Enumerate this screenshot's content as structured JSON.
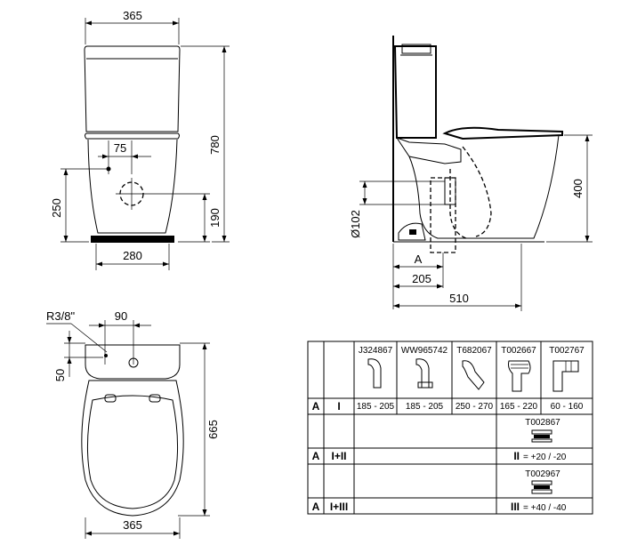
{
  "front_view": {
    "width_top": "365",
    "height_total": "780",
    "inlet_offset": "75",
    "inlet_height": "250",
    "outlet_height": "190",
    "base_width": "280"
  },
  "side_view": {
    "seat_height": "400",
    "outlet_diameter": "Ø102",
    "label_a": "A",
    "outlet_distance": "205",
    "total_depth": "510"
  },
  "top_view": {
    "thread": "R3/8\"",
    "inlet_spacing": "90",
    "inlet_depth": "50",
    "length": "665",
    "width": "365"
  },
  "connector_table": {
    "codes": [
      "J324867",
      "WW965742",
      "T682067",
      "T002667",
      "T002767"
    ],
    "row_a1": {
      "label": "A",
      "option": "I",
      "ranges": [
        "185 - 205",
        "185 - 205",
        "250 - 270",
        "165 - 220",
        "60 - 160"
      ]
    },
    "row_a2": {
      "label": "A",
      "option": "I+II",
      "code": "T002867",
      "extension_label": "II",
      "extension": "= +20 / -20"
    },
    "row_a3": {
      "label": "A",
      "option": "I+III",
      "code": "T002967",
      "extension_label": "III",
      "extension": "= +40 / -40"
    }
  }
}
